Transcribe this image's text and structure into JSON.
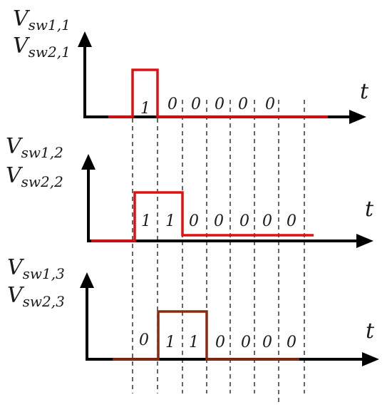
{
  "panels": [
    {
      "ylabels": [
        {
          "main": "V",
          "sub": "sw1,1"
        },
        {
          "main": "V",
          "sub": "sw2,1"
        }
      ],
      "t_label": "t",
      "pulse_color": "#e01010",
      "bits": [
        "1",
        "0",
        "0",
        "0",
        "0",
        "0"
      ]
    },
    {
      "ylabels": [
        {
          "main": "V",
          "sub": "sw1,2"
        },
        {
          "main": "V",
          "sub": "sw2,2"
        }
      ],
      "t_label": "t",
      "pulse_color": "#e01010",
      "bits": [
        "1",
        "1",
        "0",
        "0",
        "0",
        "0",
        "0"
      ]
    },
    {
      "ylabels": [
        {
          "main": "V",
          "sub": "sw1,3"
        },
        {
          "main": "V",
          "sub": "sw2,3"
        }
      ],
      "t_label": "t",
      "pulse_color": "#8a2a10",
      "bits": [
        "0",
        "1",
        "1",
        "0",
        "0",
        "0",
        "0"
      ]
    }
  ]
}
